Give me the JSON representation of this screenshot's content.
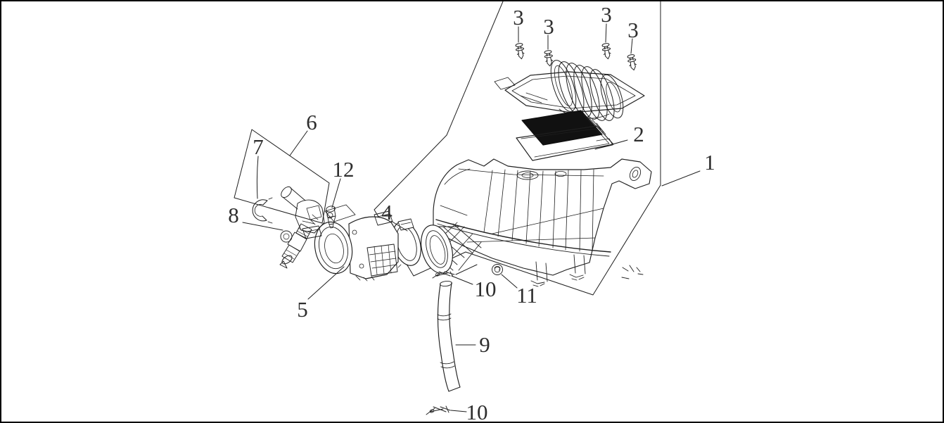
{
  "figure": {
    "background": "#ffffff",
    "line_color": "#1f1f1f",
    "label_color": "#2e2e2e",
    "filter_fill": "#111111"
  },
  "callouts": [
    {
      "label": "3"
    },
    {
      "label": "3"
    },
    {
      "label": "3"
    },
    {
      "label": "3"
    },
    {
      "label": "6"
    },
    {
      "label": "7"
    },
    {
      "label": "12"
    },
    {
      "label": "8"
    },
    {
      "label": "5"
    },
    {
      "label": "4"
    },
    {
      "label": "2"
    },
    {
      "label": "1"
    },
    {
      "label": "10"
    },
    {
      "label": "11"
    },
    {
      "label": "9"
    },
    {
      "label": "10"
    }
  ]
}
